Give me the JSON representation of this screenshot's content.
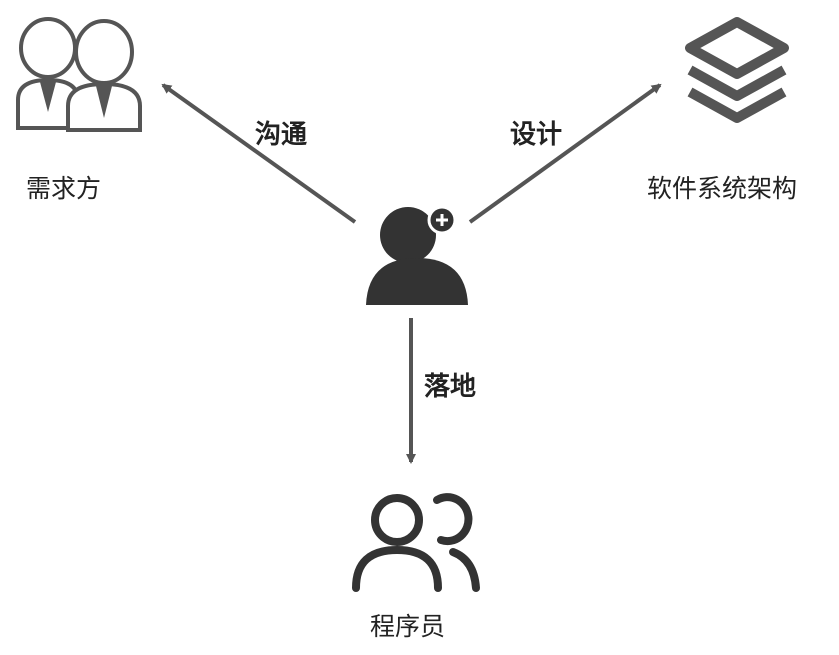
{
  "nodes": {
    "center": {
      "icon": "user-add-icon"
    },
    "stakeholder": {
      "icon": "business-people-icon",
      "label": "需求方"
    },
    "architecture": {
      "icon": "layers-icon",
      "label": "软件系统架构"
    },
    "programmer": {
      "icon": "user-group-icon",
      "label": "程序员"
    }
  },
  "edges": {
    "to_stakeholder": "沟通",
    "to_architecture": "设计",
    "to_programmer": "落地"
  },
  "colors": {
    "icon_dark": "#333333",
    "arrow": "#555555",
    "icon_light_fill": "#ffffff",
    "icon_outline": "#555555",
    "text": "#222222"
  }
}
